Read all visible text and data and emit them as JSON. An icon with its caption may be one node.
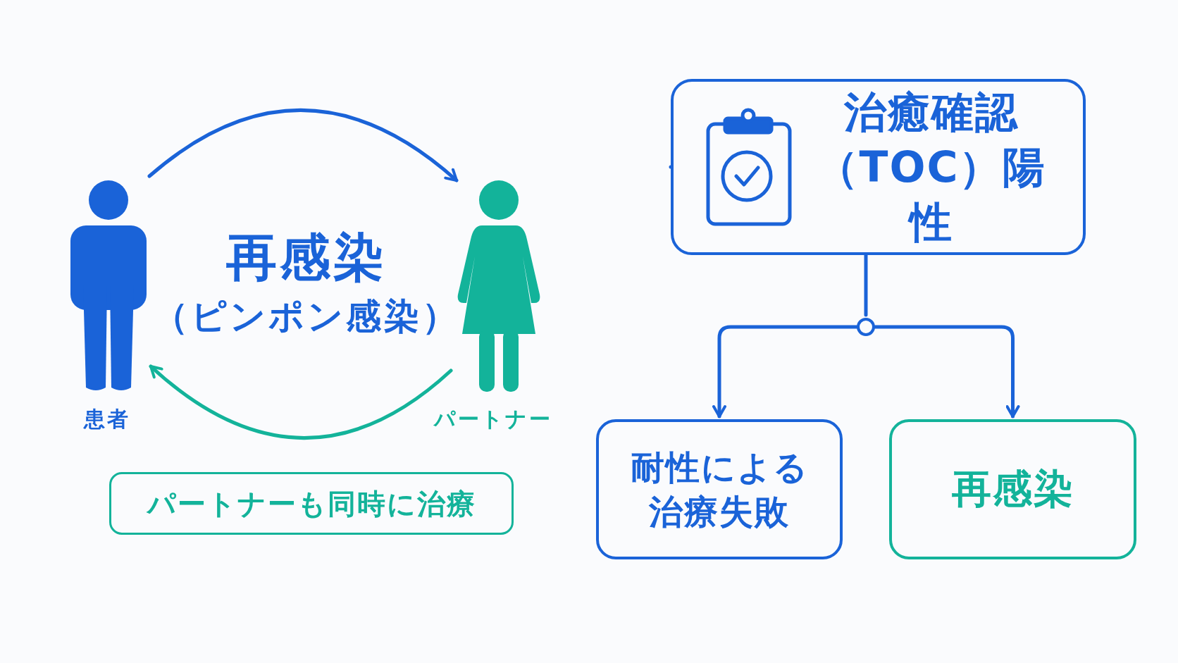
{
  "diagram": {
    "nodes": [
      {
        "text": [],
        "shape": "person",
        "beside": [
          "患者"
        ]
      },
      {
        "text": [],
        "shape": "person",
        "beside": [
          "パートナー"
        ]
      },
      {
        "text": [
          "パートナーも同時に治療"
        ]
      },
      {
        "text": [
          "治癒確認（TOC）陽性"
        ]
      },
      {
        "text": [],
        "shape": "circle"
      },
      {
        "text": [
          "耐性による治療失敗"
        ]
      },
      {
        "text": [
          "再感染"
        ]
      }
    ],
    "edges": [
      {
        "from": 0,
        "to": 1,
        "arrow": "to"
      },
      {
        "from": 1,
        "to": 0,
        "arrow": "to",
        "color": "#13b39a"
      },
      {
        "from": 3,
        "to": 4,
        "arrow": "none"
      },
      {
        "from": 4,
        "to": 5,
        "arrow": "to"
      },
      {
        "from": 4,
        "to": 6,
        "arrow": "to"
      }
    ],
    "labels": [
      "再感染",
      "（ピンポン感染）"
    ]
  }
}
